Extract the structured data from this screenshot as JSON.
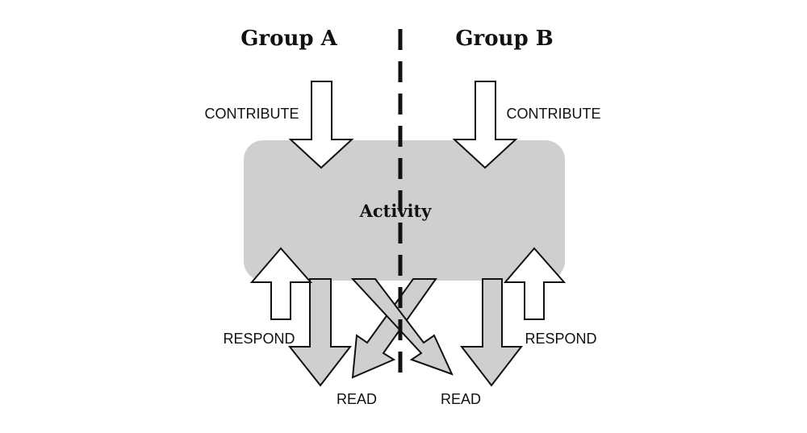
{
  "groups": {
    "a": {
      "title": "Group A"
    },
    "b": {
      "title": "Group B"
    }
  },
  "activity": {
    "label": "Activity"
  },
  "flows": {
    "contribute_a": "CONTRIBUTE",
    "contribute_b": "CONTRIBUTE",
    "respond_a": "RESPOND",
    "respond_b": "RESPOND",
    "read_a": "READ",
    "read_b": "READ"
  },
  "colors": {
    "box_fill": "#cfcfcf",
    "arrow_fill_contribute": "#ffffff",
    "arrow_fill_read": "#cfcfcf",
    "stroke": "#111111"
  }
}
